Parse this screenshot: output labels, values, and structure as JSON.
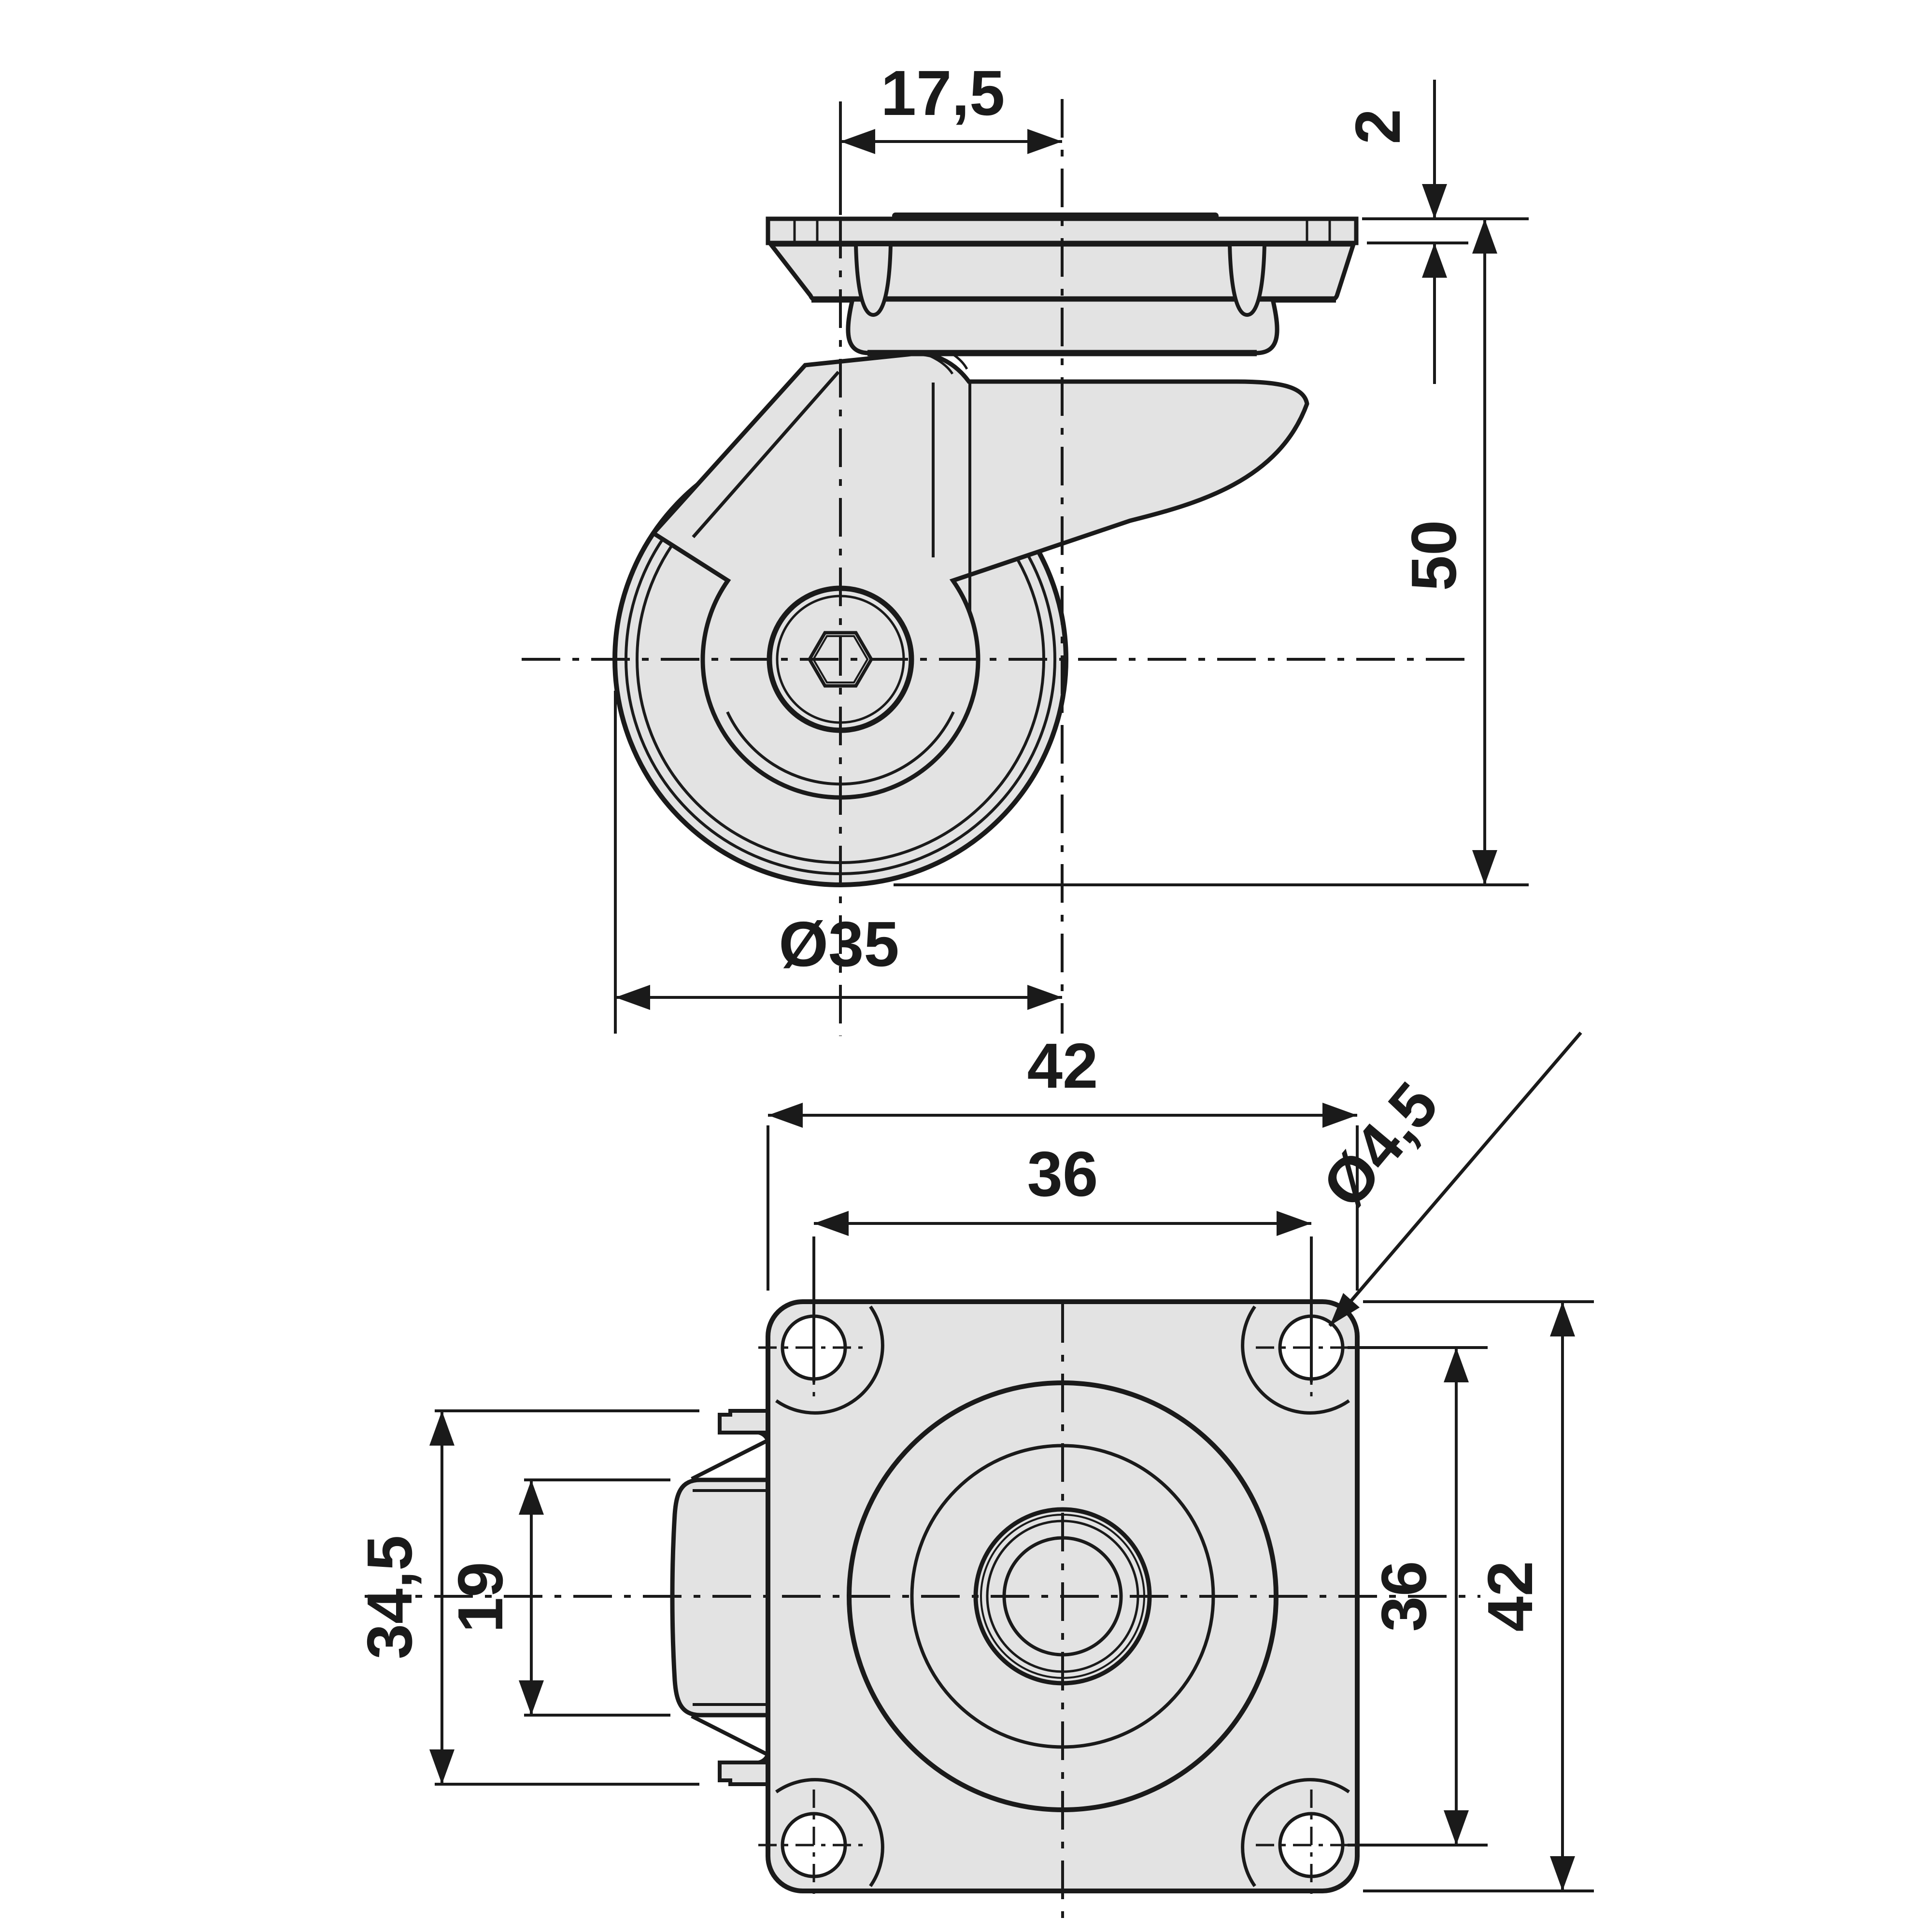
{
  "drawing_type": "technical dimension drawing, swivel caster wheel, two orthographic views",
  "colors": {
    "background": "#ffffff",
    "line": "#1a1a1a",
    "part_fill": "#e3e3e3",
    "pad_cap": "#1c1c1c"
  },
  "views": {
    "side": {
      "name": "side elevation",
      "dims": {
        "swivel_offset": {
          "label": "17,5"
        },
        "plate_thickness": {
          "label": "2"
        },
        "overall_height": {
          "label": "50"
        },
        "wheel_diameter": {
          "label": "Ø35"
        }
      }
    },
    "plan": {
      "name": "plan view",
      "dims": {
        "plate_width": {
          "label": "42"
        },
        "hole_pitch_horizontal": {
          "label": "36"
        },
        "hole_diameter": {
          "label": "Ø4,5"
        },
        "overall_width": {
          "label": "34,5"
        },
        "wheel_width": {
          "label": "19"
        },
        "hole_pitch_vertical": {
          "label": "36"
        },
        "plate_depth": {
          "label": "42"
        }
      }
    }
  }
}
